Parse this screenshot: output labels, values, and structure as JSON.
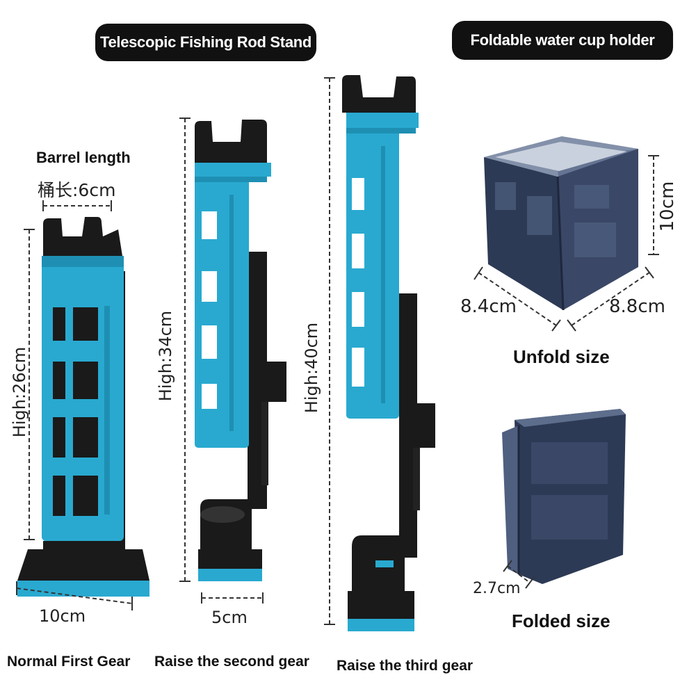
{
  "headers": {
    "rod_stand": "Telescopic Fishing Rod Stand",
    "cup_holder": "Foldable water cup holder"
  },
  "barrel": {
    "title": "Barrel length",
    "value": "桶长:6cm"
  },
  "stands": [
    {
      "height": "High:26cm",
      "width": "10cm",
      "caption": "Normal First Gear"
    },
    {
      "height": "High:34cm",
      "width": "5cm",
      "caption": "Raise the second gear"
    },
    {
      "height": "High:40cm",
      "width": "",
      "caption": "Raise the third gear"
    }
  ],
  "cup": {
    "unfold": {
      "height": "10cm",
      "depth": "8.4cm",
      "width": "8.8cm",
      "caption": "Unfold size"
    },
    "folded": {
      "thickness": "2.7cm",
      "caption": "Folded size"
    }
  },
  "colors": {
    "stand_blue": "#29a9d0",
    "stand_blue_dark": "#1e8fb3",
    "stand_black": "#1a1a1a",
    "cup_navy": "#2d3a55",
    "cup_navy_light": "#4f5f80"
  }
}
